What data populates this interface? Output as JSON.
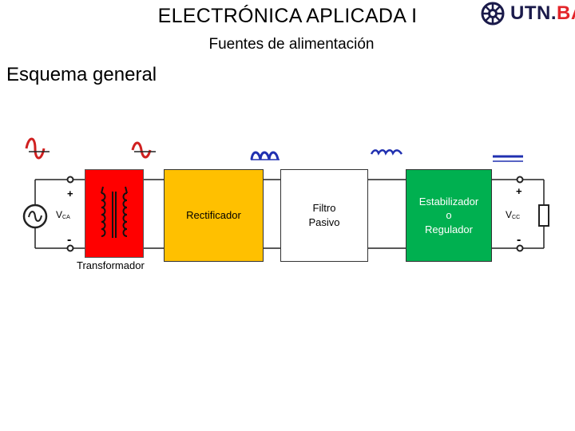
{
  "header": {
    "title": "ELECTRÓNICA APLICADA I",
    "subtitle": "Fuentes de alimentación",
    "section": "Esquema general",
    "logo_main": "UTN.",
    "logo_accent": "BA"
  },
  "blocks": {
    "transformer_label": "Transformador",
    "rectifier": "Rectificador",
    "filter_line1": "Filtro",
    "filter_line2": "Pasivo",
    "stabilizer_line1": "Estabilizador",
    "stabilizer_line2": "o",
    "stabilizer_line3": "Regulador"
  },
  "terminals": {
    "input_v": "V",
    "input_sub": "CA",
    "output_v": "V",
    "output_sub": "CC",
    "plus": "+",
    "minus": "-"
  },
  "colors": {
    "transformer": "#ff0000",
    "rectifier": "#ffc000",
    "filter": "#ffffff",
    "stabilizer": "#00b050",
    "waveform_red": "#d02020",
    "waveform_blue": "#2030b0",
    "logo_accent": "#e3252a"
  },
  "icons": [
    "ac-source-icon",
    "transformer-coil-icon",
    "resistor-icon",
    "sine-wave-icon",
    "rectified-wave-icon",
    "ripple-wave-icon",
    "dc-line-icon",
    "gear-logo-icon"
  ]
}
